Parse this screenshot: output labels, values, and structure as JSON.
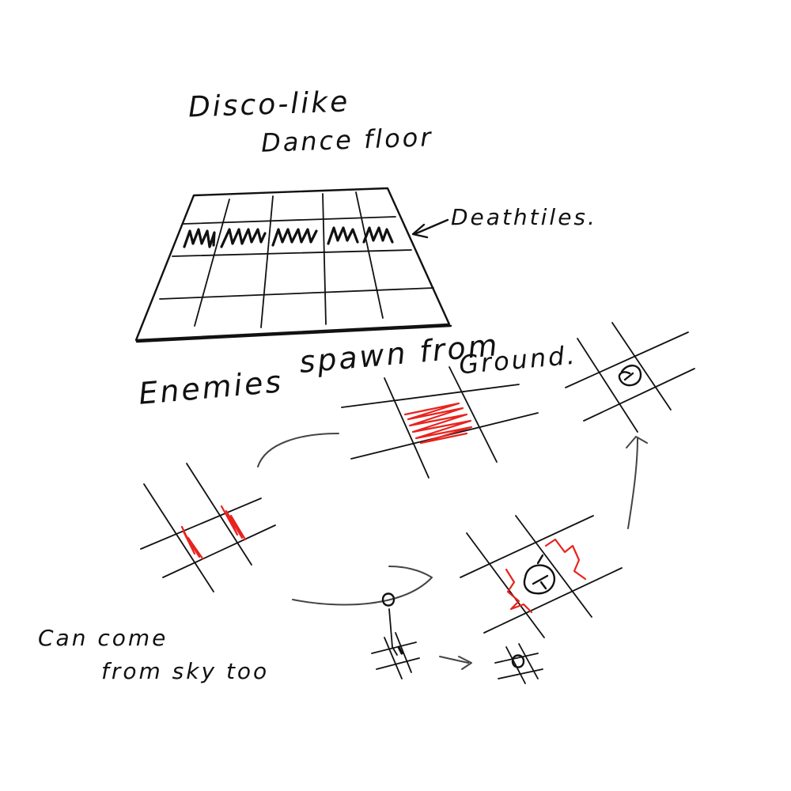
{
  "notes": {
    "title_line1": "Disco-like",
    "title_line2": "Dance floor",
    "death_tiles": "Deathtiles.",
    "spawn_line1": "Enemies",
    "spawn_line2": "spawn from",
    "spawn_line3": "Ground.",
    "sky_line1": "Can come",
    "sky_line2": "from sky too"
  },
  "colors": {
    "ink": "#111111",
    "scribble_red": "#e8231e",
    "paper": "#ffffff"
  },
  "drawing": {
    "floor_grid": {
      "rows": 4,
      "columns": 5,
      "death_row": 1
    },
    "spawn_sequence": [
      "crack-highlight",
      "tile-glow",
      "enemy-rising",
      "enemy-on-tile"
    ],
    "sky_sequence": [
      "enemy-falling",
      "enemy-landed"
    ]
  }
}
